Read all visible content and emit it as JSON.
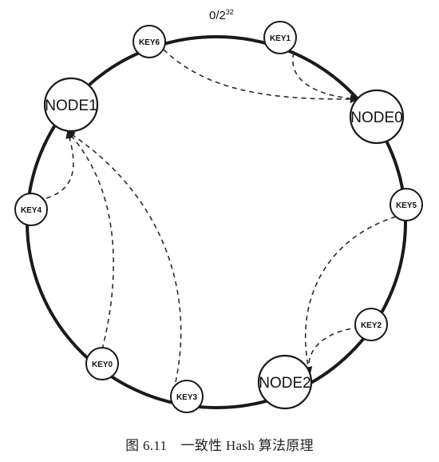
{
  "diagram": {
    "ring_label": {
      "base": "0/2",
      "exponent": "32"
    },
    "nodes": [
      {
        "id": "node1",
        "label": "NODE1"
      },
      {
        "id": "node0",
        "label": "NODE0"
      },
      {
        "id": "node2",
        "label": "NODE2"
      }
    ],
    "keys": [
      {
        "id": "key6",
        "label": "KEY6"
      },
      {
        "id": "key1",
        "label": "KEY1"
      },
      {
        "id": "key5",
        "label": "KEY5"
      },
      {
        "id": "key4",
        "label": "KEY4"
      },
      {
        "id": "key2",
        "label": "KEY2"
      },
      {
        "id": "key0",
        "label": "KEY0"
      },
      {
        "id": "key3",
        "label": "KEY3"
      }
    ],
    "mappings": [
      {
        "from": "key6",
        "to": "node0"
      },
      {
        "from": "key1",
        "to": "node0"
      },
      {
        "from": "key4",
        "to": "node1"
      },
      {
        "from": "key0",
        "to": "node1"
      },
      {
        "from": "key3",
        "to": "node1"
      },
      {
        "from": "key5",
        "to": "node2"
      },
      {
        "from": "key2",
        "to": "node2"
      }
    ]
  },
  "caption": "图 6.11　一致性 Hash 算法原理"
}
